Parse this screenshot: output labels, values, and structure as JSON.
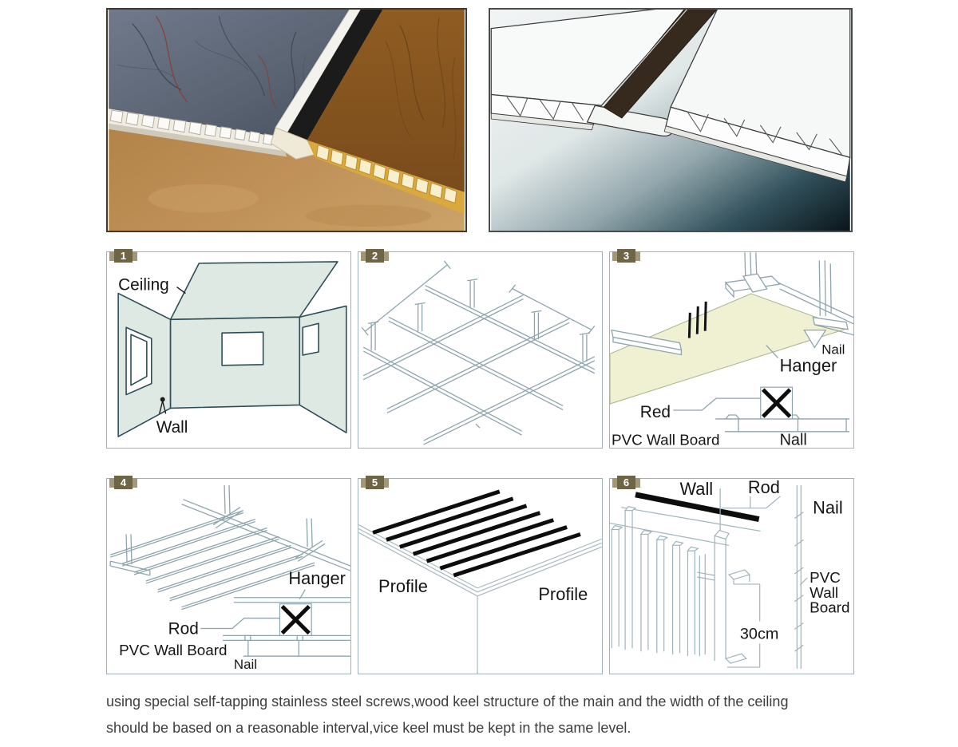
{
  "meta": {
    "title": "PVC wall panel installation guide"
  },
  "photos": {
    "left": {
      "name": "pvc-panel-tongue-groove-photo"
    },
    "right": {
      "name": "pvc-panel-connection-illustration"
    }
  },
  "steps": [
    {
      "number": "1",
      "labels": {
        "ceiling": "Ceiling",
        "wall": "Wall"
      }
    },
    {
      "number": "2",
      "labels": {}
    },
    {
      "number": "3",
      "labels": {
        "nail": "Nail",
        "hanger": "Hanger",
        "red": "Red",
        "pvc_wall_board": "PVC Wall Board",
        "nall": "Nall"
      }
    },
    {
      "number": "4",
      "labels": {
        "hanger": "Hanger",
        "rod": "Rod",
        "pvc_wall_board": "PVC Wall Board",
        "nail": "Nail"
      }
    },
    {
      "number": "5",
      "labels": {
        "profile_left": "Profile",
        "profile_right": "Profile"
      }
    },
    {
      "number": "6",
      "labels": {
        "wall": "Wall",
        "rod": "Rod",
        "nail": "Nail",
        "pvc": "PVC",
        "wall2": "Wall",
        "board": "Board",
        "distance": "30cm"
      }
    }
  ],
  "caption": {
    "line1": "using special self-tapping stainless steel screws,wood keel structure of the main and the width of the ceiling",
    "line2": "should be based on a reasonable interval,vice keel must be kept in the same level."
  },
  "colors": {
    "badge": "#6e6446",
    "badge_tab": "#a29877",
    "line_art": "#8ea4ad",
    "room_fill": "#dfe9e3",
    "beige_board": "#f0f0d3",
    "black_marks": "#111111",
    "panel_border": "#9eb2b8"
  }
}
